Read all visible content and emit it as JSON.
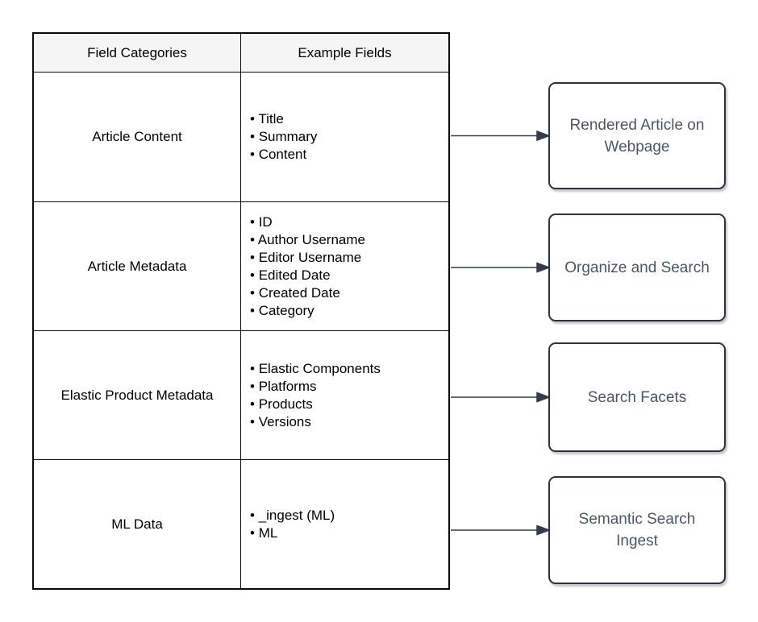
{
  "table": {
    "headers": [
      "Field Categories",
      "Example Fields"
    ],
    "rows": [
      {
        "category": "Article Content",
        "fields": [
          "Title",
          "Summary",
          "Content"
        ]
      },
      {
        "category": "Article Metadata",
        "fields": [
          "ID",
          "Author Username",
          "Editor Username",
          "Edited Date",
          "Created Date",
          "Category"
        ]
      },
      {
        "category": "Elastic Product Metadata",
        "fields": [
          "Elastic Components",
          "Platforms",
          "Products",
          "Versions"
        ]
      },
      {
        "category": "ML Data",
        "fields": [
          "_ingest (ML)",
          "ML"
        ]
      }
    ]
  },
  "boxes": [
    {
      "label": "Rendered Article on Webpage"
    },
    {
      "label": "Organize and Search"
    },
    {
      "label": "Search Facets"
    },
    {
      "label": "Semantic Search Ingest"
    }
  ],
  "colors": {
    "header_fill": "#f5f5f5",
    "table_border": "#0a0a0a",
    "box_border": "#2b3340",
    "box_text": "#4d5565",
    "arrow": "#333c48"
  }
}
